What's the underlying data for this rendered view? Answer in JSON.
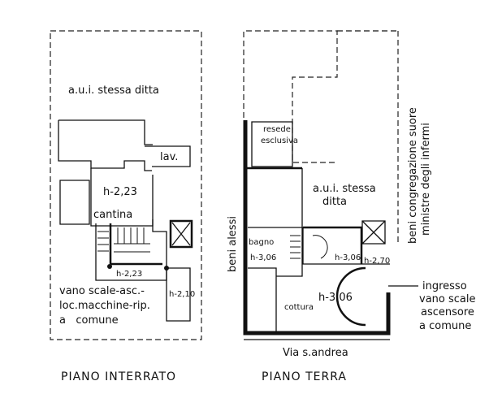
{
  "basement": {
    "title": "PIANO INTERRATO",
    "neighbor_label": "a.u.i. stessa ditta",
    "rooms": {
      "lav": "lav.",
      "height_main": "h-2,23",
      "cantina": "cantina",
      "height_stairs": "h-2,23",
      "height_side": "h-2,10"
    },
    "note_lines": [
      "vano scale-asc.-",
      "loc.macchine-rip.",
      "a   comune"
    ]
  },
  "ground": {
    "title": "PIANO TERRA",
    "resede_lines": [
      "resede",
      "esclusiva"
    ],
    "neighbor_lines": [
      "a.u.i. stessa",
      "ditta"
    ],
    "left_neighbor": "beni alessi",
    "right_neighbor_lines": [
      "beni congregazione suore",
      "ministre degli infermi"
    ],
    "rooms": {
      "bagno": "bagno",
      "height_bagno": "h-3,06",
      "height_stairs": "h-3,06",
      "height_lift": "h-2,70",
      "height_main": "h-3,06",
      "cottura": "cottura"
    },
    "entrance_lines": [
      "ingresso",
      "vano scale",
      "ascensore",
      "a comune"
    ],
    "street": "Via s.andrea"
  }
}
